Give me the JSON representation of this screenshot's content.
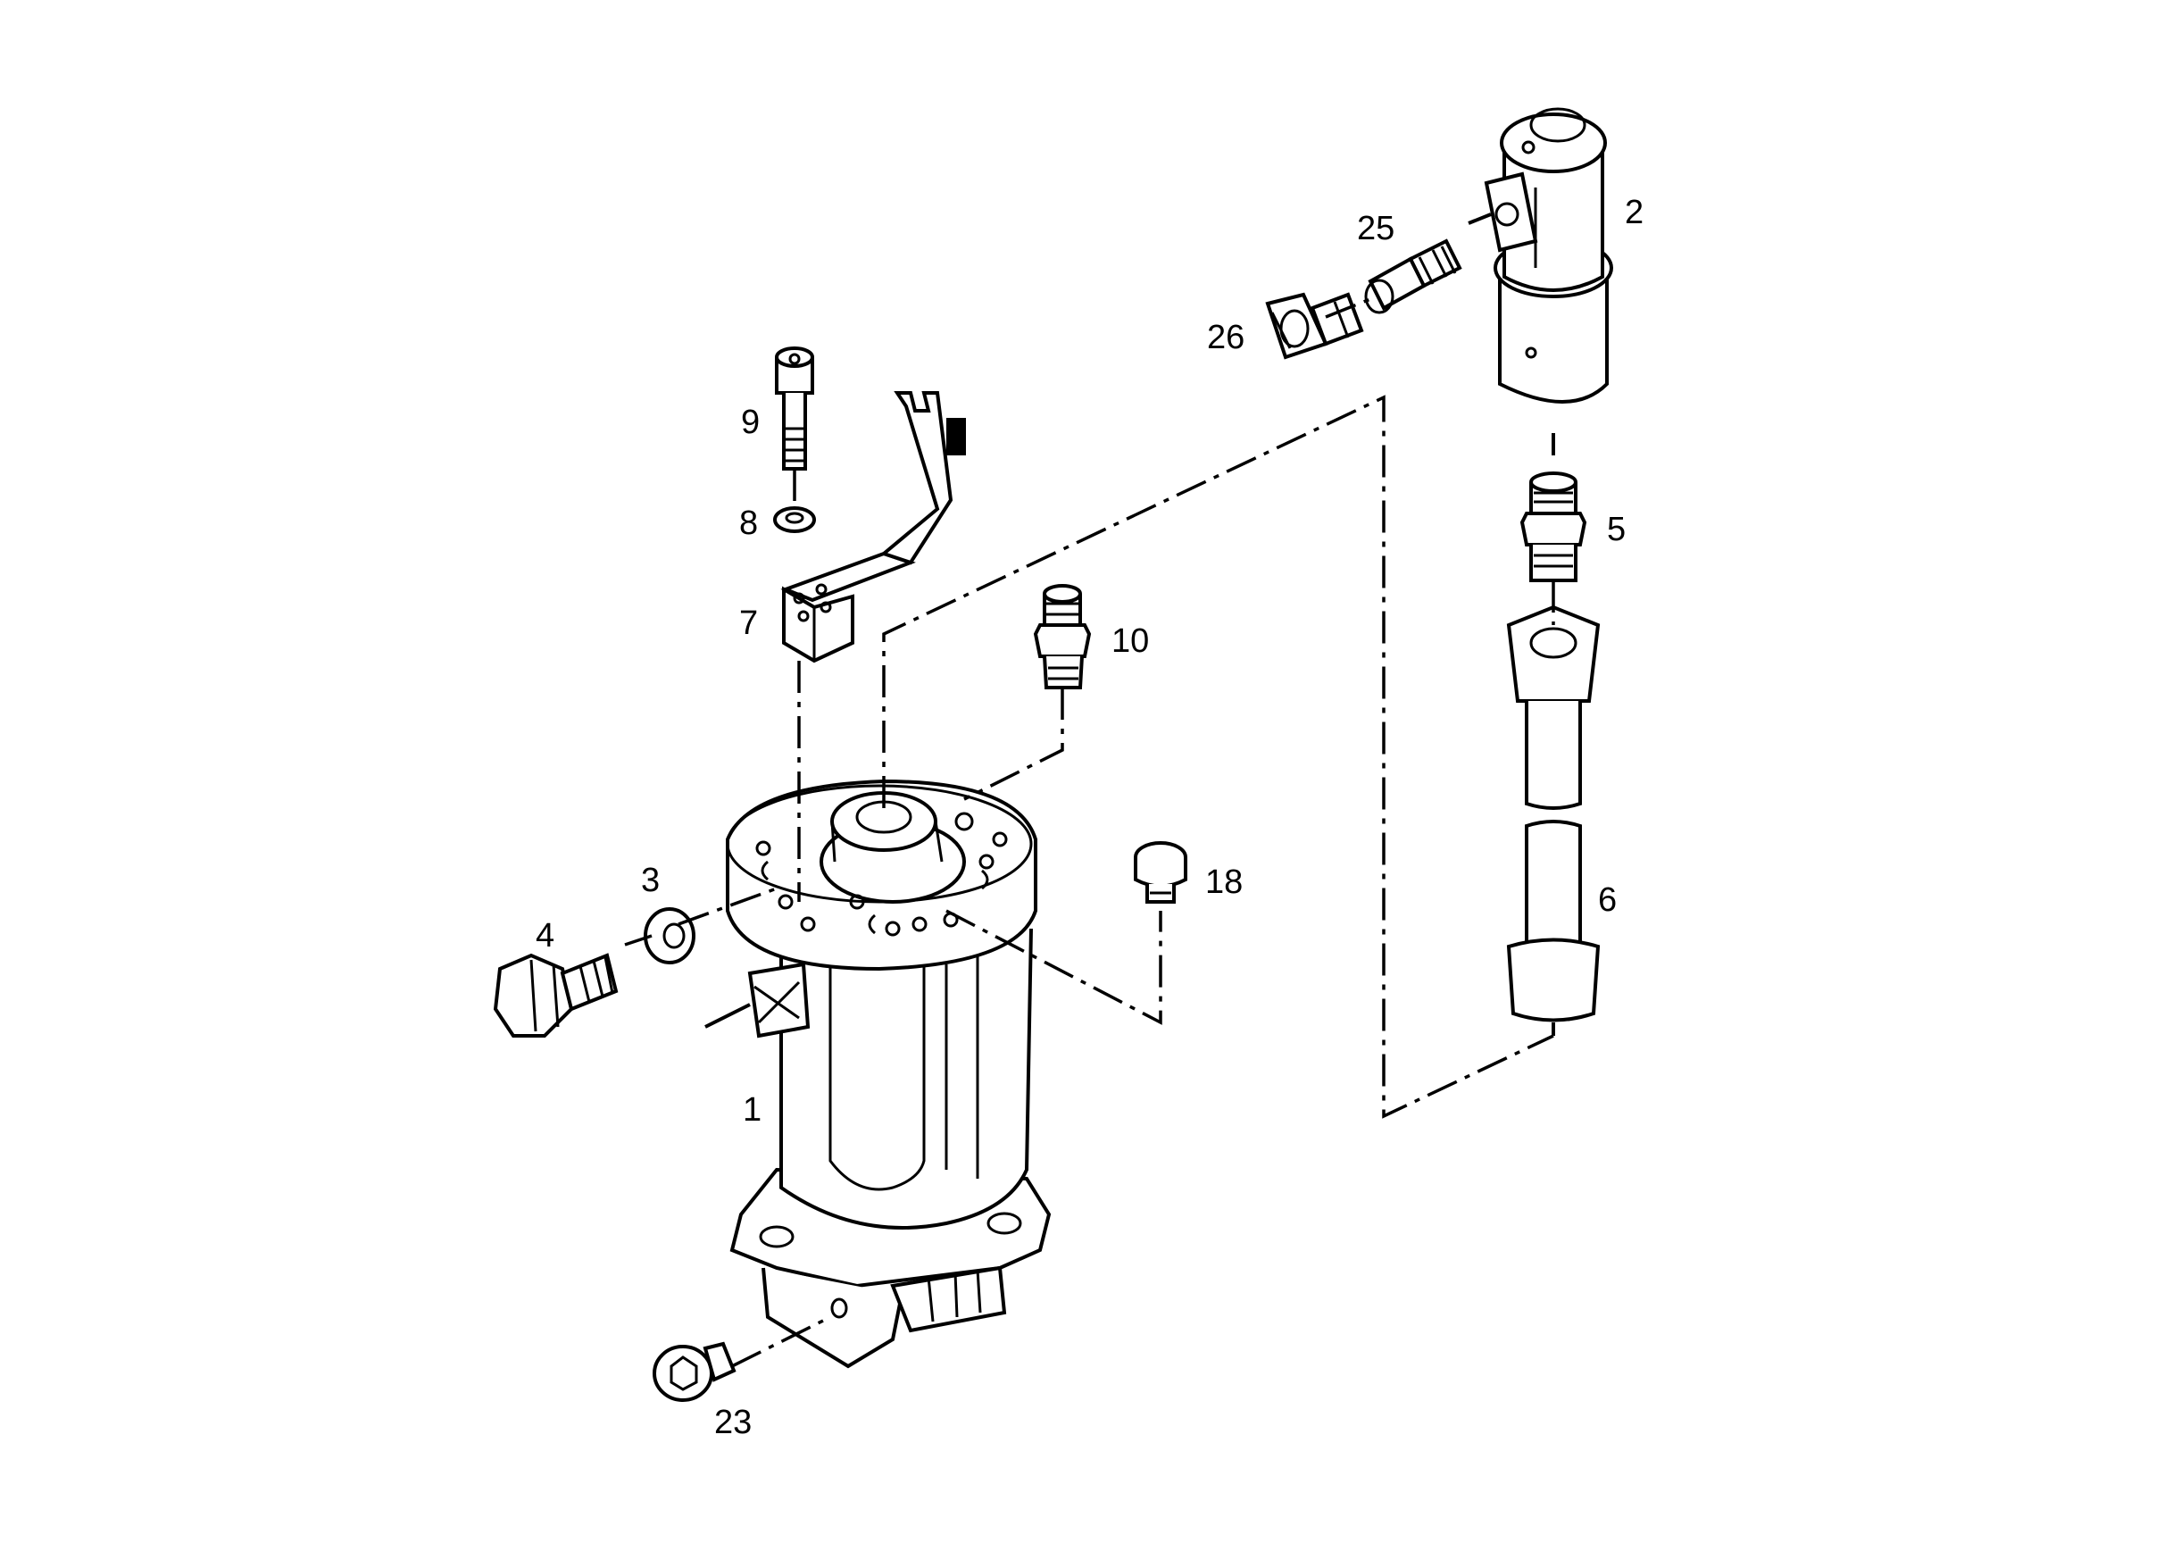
{
  "labels": {
    "p1": "1",
    "p2": "2",
    "p3": "3",
    "p4": "4",
    "p5": "5",
    "p6": "6",
    "p7": "7",
    "p8": "8",
    "p9": "9",
    "p10": "10",
    "p18": "18",
    "p23": "23",
    "p25": "25",
    "p26": "26"
  }
}
